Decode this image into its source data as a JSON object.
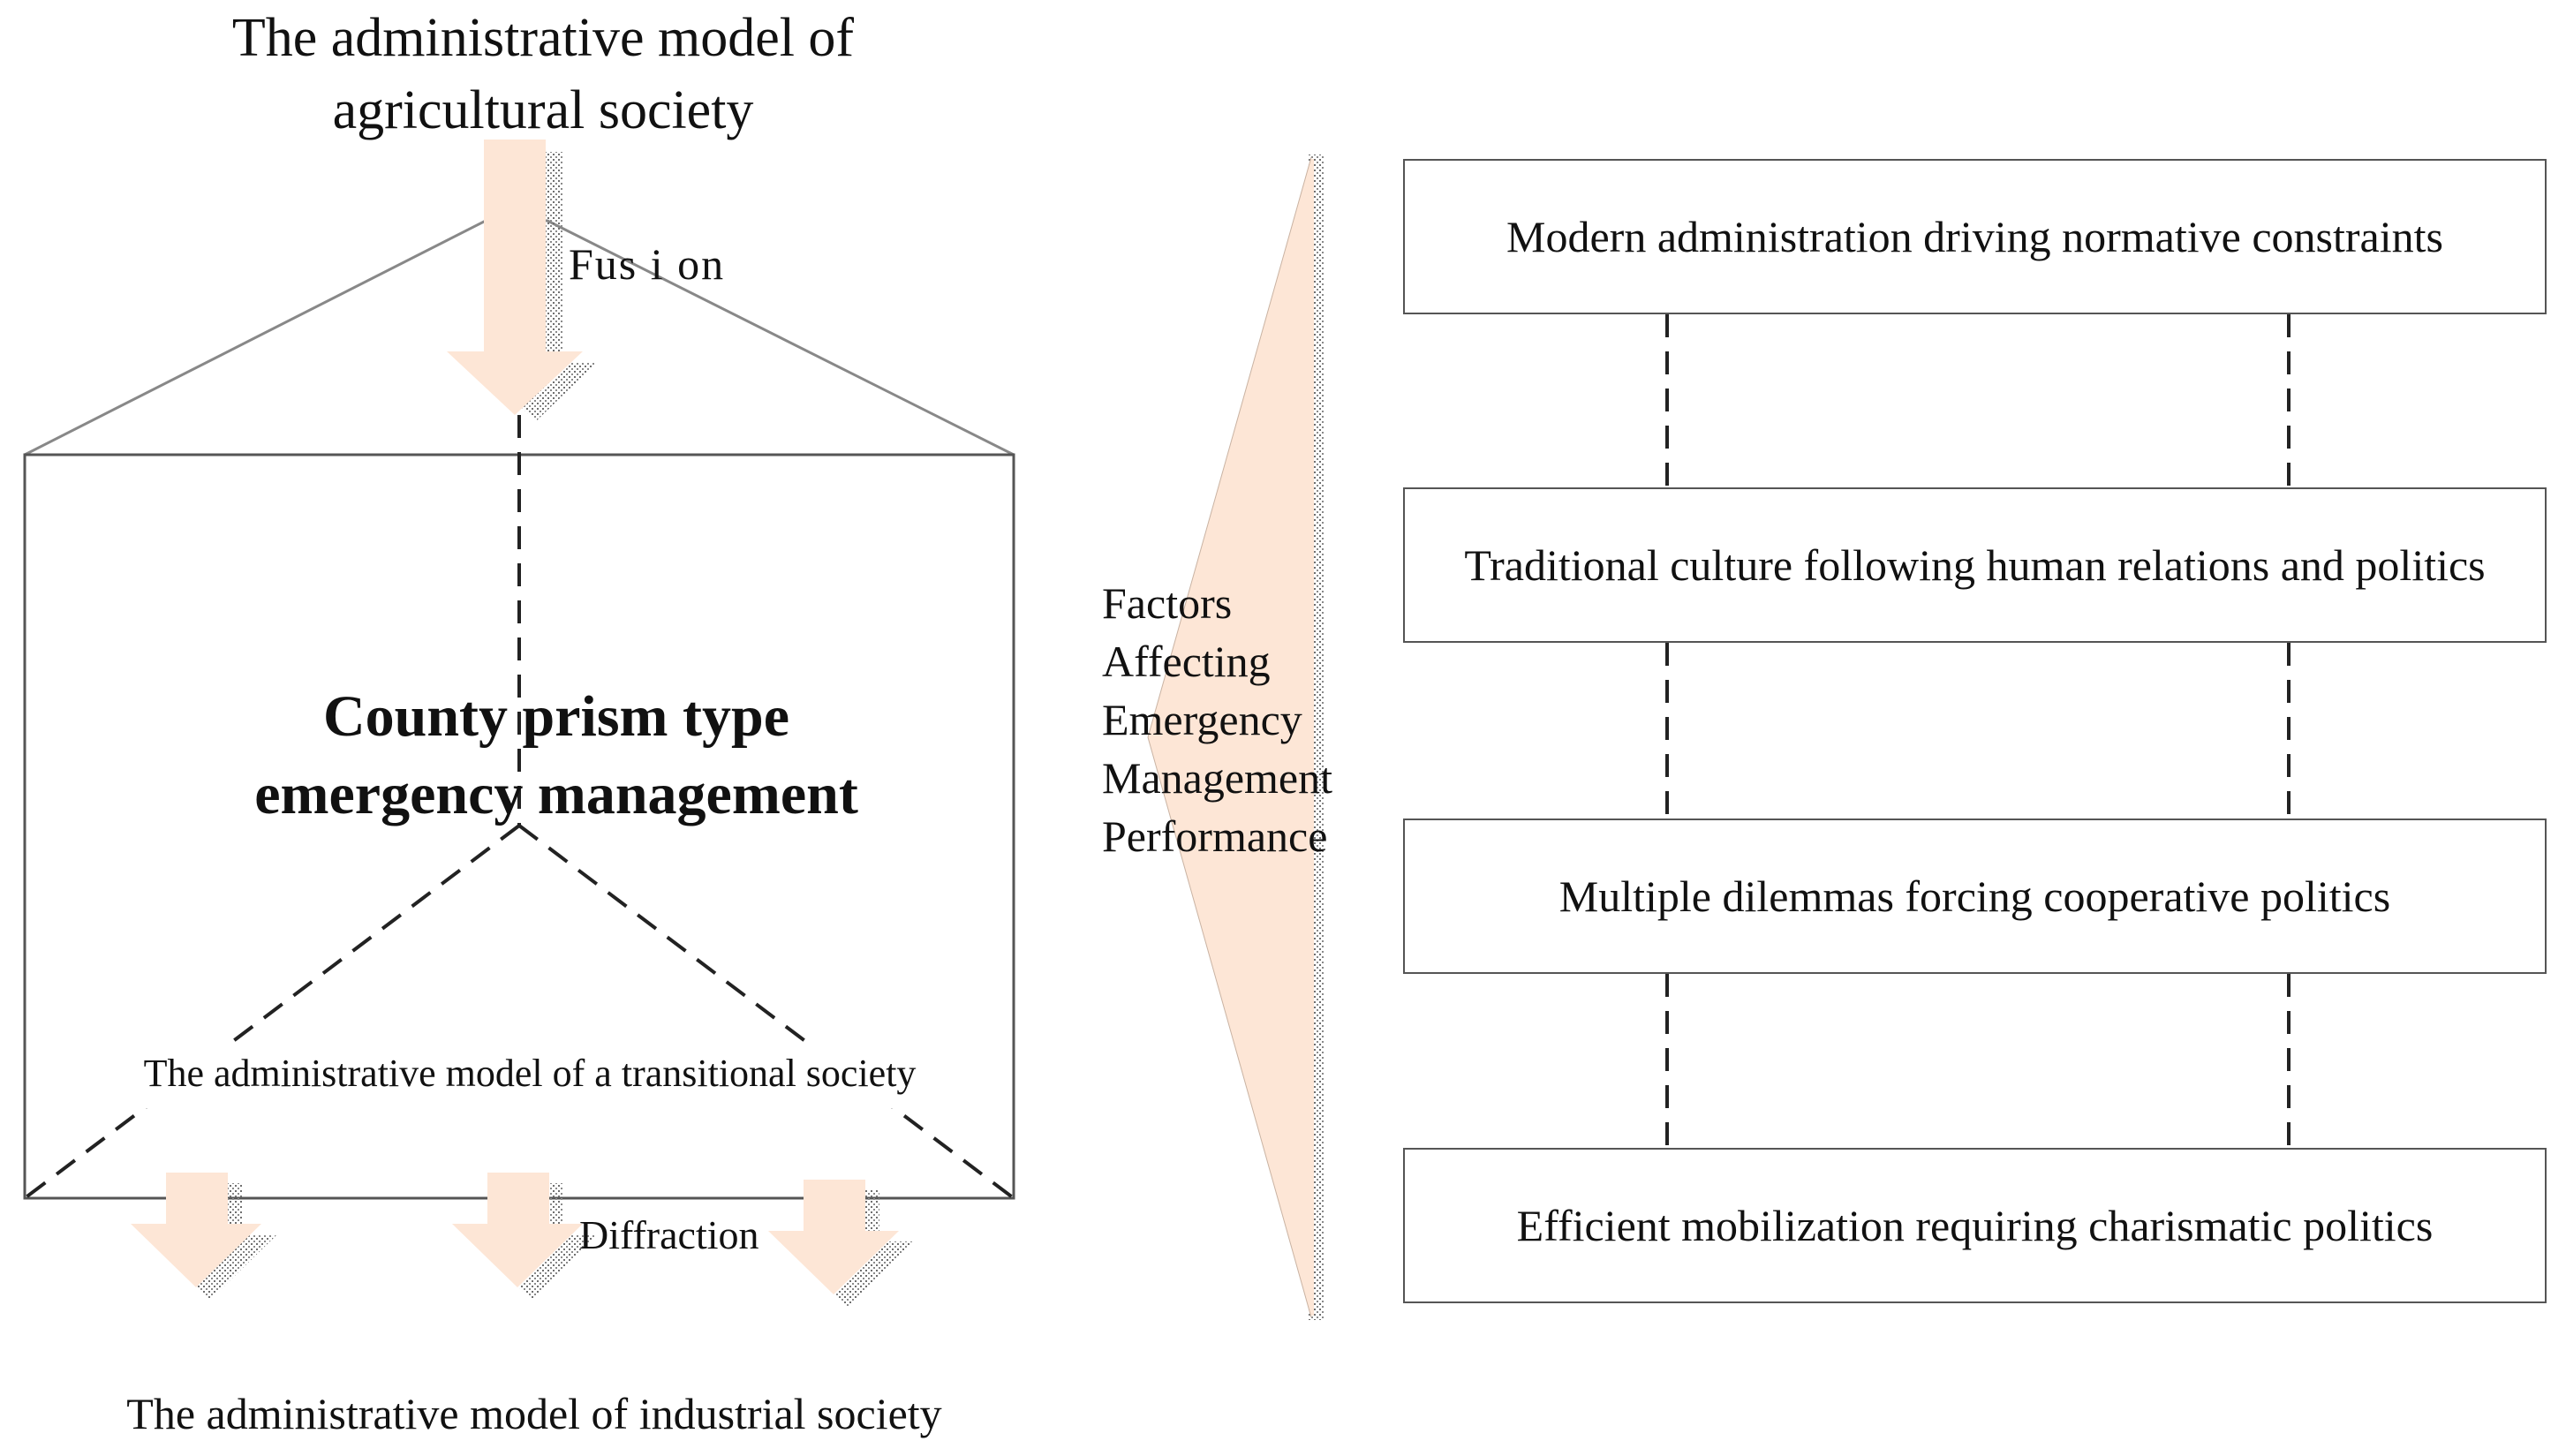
{
  "diagram": {
    "top_label_line1": "The administrative model of",
    "top_label_line2": "agricultural society",
    "fusion_label": "Fus i on",
    "center_title_line1": "County prism type",
    "center_title_line2": "emergency management",
    "transitional_label": "The administrative model of a transitional society",
    "diffraction_label": "Diffraction",
    "bottom_label": "The administrative model of industrial society",
    "factors_label": [
      "Factors",
      "Affecting",
      "Emergency",
      "Management",
      "Performance"
    ],
    "factor_boxes": [
      "Modern administration driving normative constraints",
      "Traditional culture following human relations and politics",
      "Multiple dilemmas forcing cooperative politics",
      "Efficient mobilization requiring charismatic politics"
    ],
    "colors": {
      "arrow_fill": "#fde6d6",
      "arrow_shadow": "#7a7a7a",
      "line": "#222222",
      "frame": "#888888"
    }
  }
}
